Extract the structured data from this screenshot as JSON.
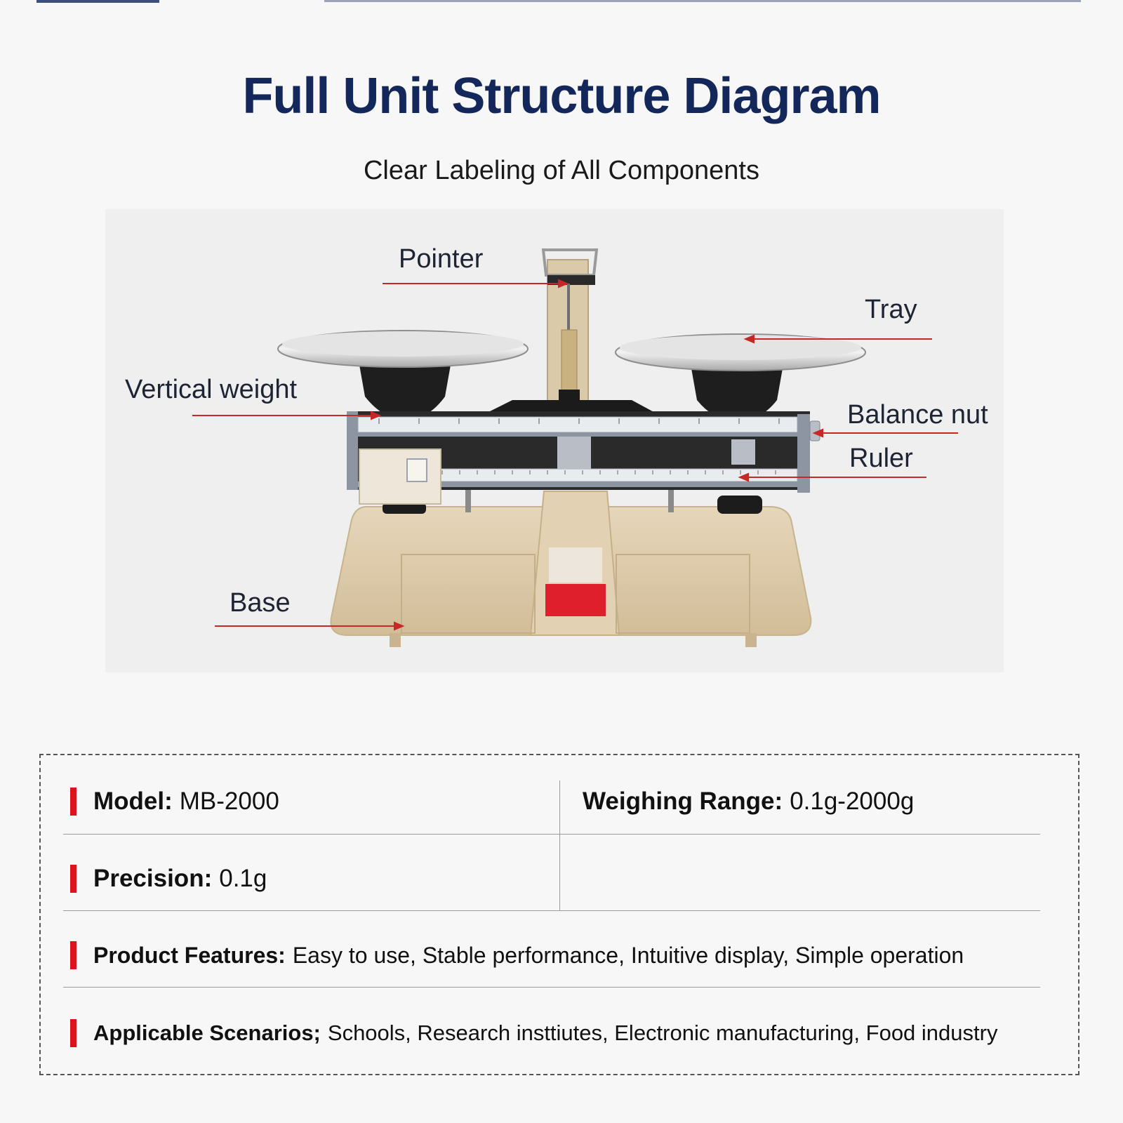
{
  "header": {
    "title": "Full Unit Structure Diagram",
    "subtitle": "Clear Labeling of All Components"
  },
  "labels": {
    "pointer": "Pointer",
    "tray": "Tray",
    "vertical_weight": "Vertical weight",
    "balance_nut": "Balance nut",
    "ruler": "Ruler",
    "base": "Base"
  },
  "specs": {
    "model": {
      "key": "Model:",
      "value": "MB-2000"
    },
    "weighing_range": {
      "key": "Weighing Range:",
      "value": "0.1g-2000g"
    },
    "precision": {
      "key": "Precision:",
      "value": "0.1g"
    },
    "features": {
      "key": "Product Features:",
      "value": "Easy to use, Stable performance, Intuitive display, Simple operation"
    },
    "scenarios": {
      "key": "Applicable Scenarios;",
      "value": "Schools, Research insttiutes, Electronic manufacturing, Food industry"
    }
  },
  "colors": {
    "title": "#14275a",
    "accent_marker": "#d9141c",
    "leader_line": "#c62828",
    "scale_body": "#dcc9a8"
  }
}
